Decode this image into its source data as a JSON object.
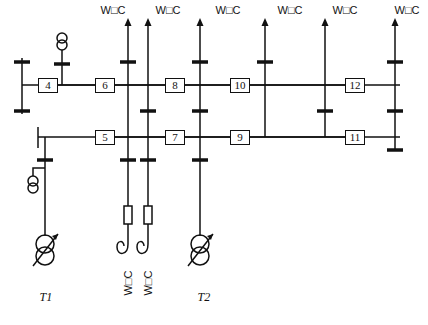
{
  "diagram": {
    "nodes": [
      {
        "text": [
          "4"
        ]
      },
      {
        "text": [
          "6"
        ]
      },
      {
        "text": [
          "8"
        ]
      },
      {
        "text": [
          "10"
        ]
      },
      {
        "text": [
          "12"
        ]
      },
      {
        "text": [
          "5"
        ]
      },
      {
        "text": [
          "7"
        ]
      },
      {
        "text": [
          "9"
        ]
      },
      {
        "text": [
          "11"
        ]
      }
    ],
    "edges": [
      {
        "from": 0,
        "to": 1,
        "arrow": "none"
      },
      {
        "from": 1,
        "to": 2,
        "arrow": "none"
      },
      {
        "from": 2,
        "to": 3,
        "arrow": "none"
      },
      {
        "from": 3,
        "to": 4,
        "arrow": "none"
      },
      {
        "from": 5,
        "to": 6,
        "arrow": "none"
      },
      {
        "from": 6,
        "to": 7,
        "arrow": "none"
      },
      {
        "from": 7,
        "to": 8,
        "arrow": "none"
      }
    ],
    "labels": [
      "W□C",
      "W□C",
      "W□C",
      "W□C",
      "W□C",
      "W□C",
      "W□C",
      "W□C",
      "T1",
      "T2"
    ]
  }
}
